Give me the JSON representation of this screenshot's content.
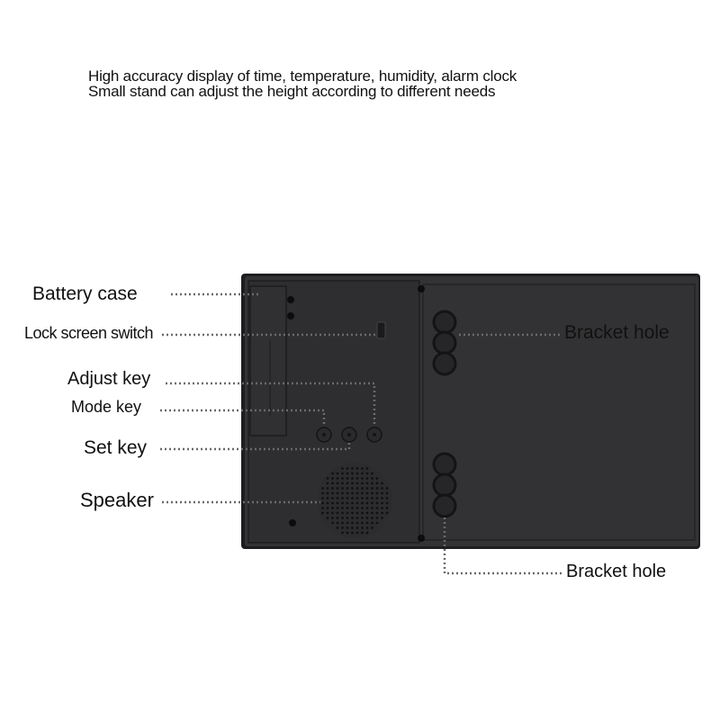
{
  "intro": {
    "line1": "High accuracy display of time, temperature, humidity, alarm clock",
    "line2": "Small stand can adjust the height according to different needs"
  },
  "labels": {
    "battery_case": "Battery case",
    "lock_screen_switch": "Lock screen switch",
    "adjust_key": "Adjust key",
    "mode_key": "Mode key",
    "set_key": "Set key",
    "speaker": "Speaker",
    "bracket_hole_top": "Bracket hole",
    "bracket_hole_bottom": "Bracket hole"
  },
  "colors": {
    "device_body": "#2f2f31",
    "device_edge": "#1c1c1e",
    "leader_dots": "#6a6a6a"
  }
}
